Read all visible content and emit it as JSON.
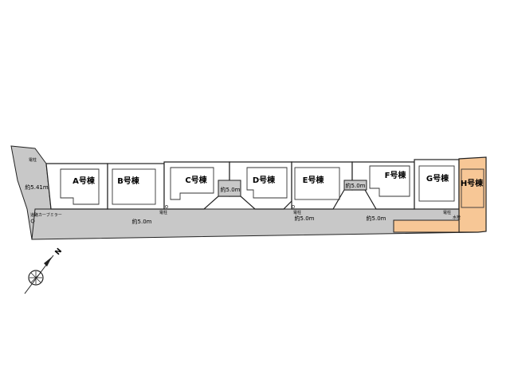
{
  "lots": [
    {
      "label": "A号棟",
      "highlight": false
    },
    {
      "label": "B号棟",
      "highlight": false
    },
    {
      "label": "C号棟",
      "highlight": false
    },
    {
      "label": "D号棟",
      "highlight": false
    },
    {
      "label": "E号棟",
      "highlight": false
    },
    {
      "label": "F号棟",
      "highlight": false
    },
    {
      "label": "G号棟",
      "highlight": false
    },
    {
      "label": "H号棟",
      "highlight": true
    }
  ],
  "road_labels": {
    "main_1": "約5.0m",
    "main_2": "約5.0m",
    "main_3": "約5.0m",
    "small_cd": "約5.0m",
    "small_ef": "約5.0m",
    "side_road": "約5.41m"
  },
  "annotations": {
    "pole_top": "電柱",
    "pole_c": "電柱",
    "pole_e": "電柱",
    "pole_g": "電柱",
    "pole_g2": "水栓",
    "mirror": "道路カーブミラー"
  },
  "compass": {
    "north": "N"
  },
  "colors": {
    "road": "#c8c8c8",
    "highlight": "#f7c796",
    "line": "#222222"
  }
}
